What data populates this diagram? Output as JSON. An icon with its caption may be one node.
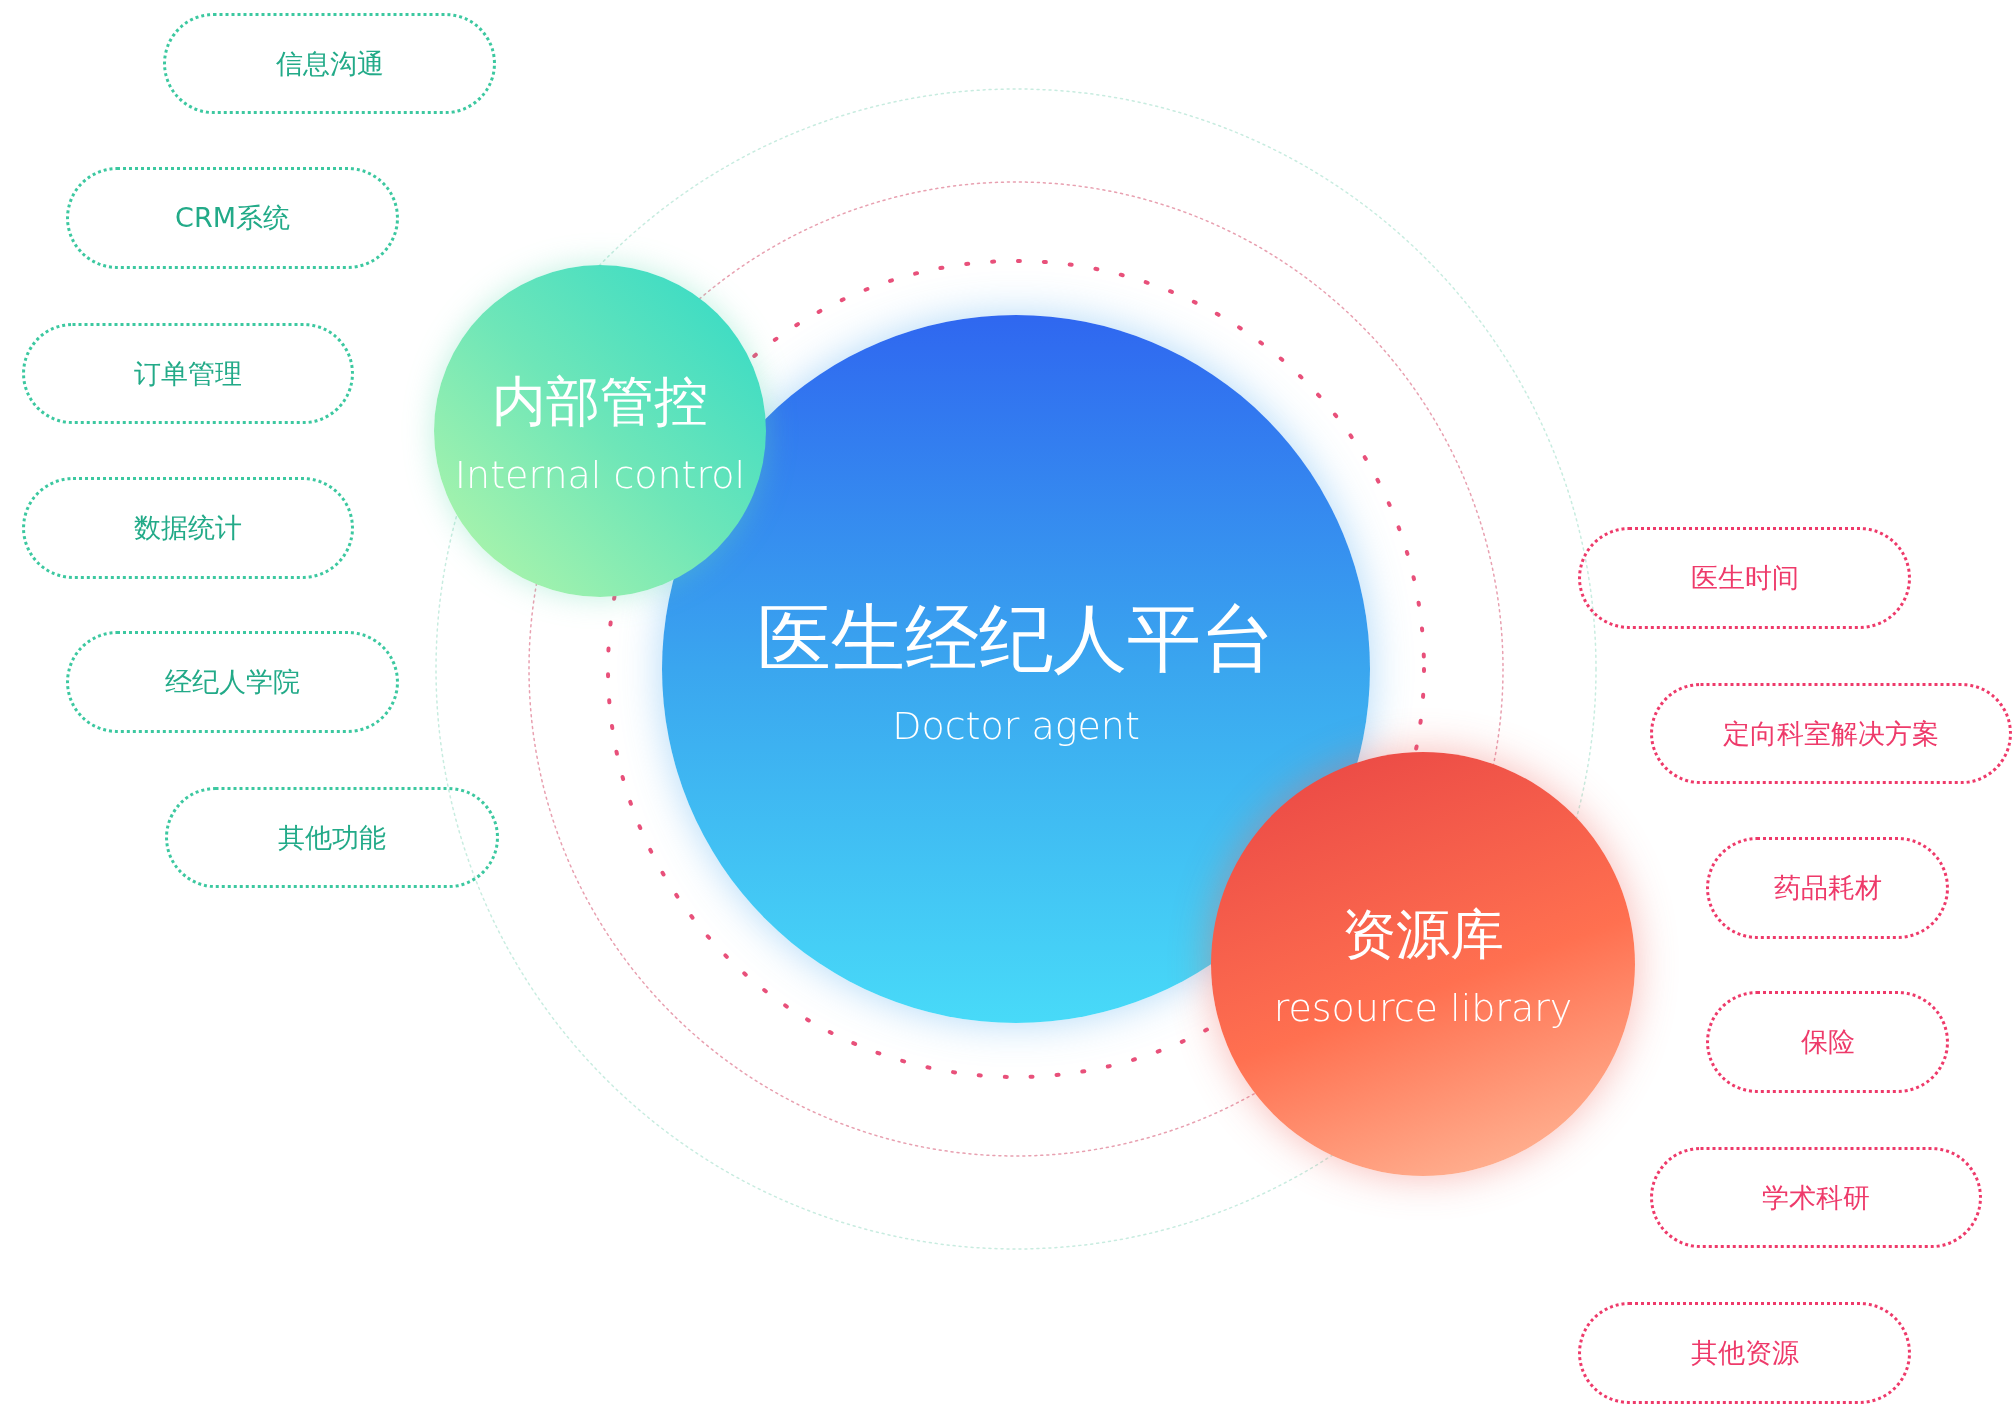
{
  "diagram": {
    "nodes": [
      {
        "text": [
          "医生经纪人平台",
          "Doctor agent"
        ]
      },
      {
        "text": [
          "内部管控",
          "Internal control"
        ]
      },
      {
        "text": [
          "资源库",
          "resource library"
        ]
      },
      {
        "text": [
          "信息沟通"
        ]
      },
      {
        "text": [
          "CRM系统"
        ]
      },
      {
        "text": [
          "订单管理"
        ]
      },
      {
        "text": [
          "数据统计"
        ]
      },
      {
        "text": [
          "经纪人学院"
        ]
      },
      {
        "text": [
          "其他功能"
        ]
      },
      {
        "text": [
          "医生时间"
        ]
      },
      {
        "text": [
          "定向科室解决方案"
        ]
      },
      {
        "text": [
          "药品耗材"
        ]
      },
      {
        "text": [
          "保险"
        ]
      },
      {
        "text": [
          "学术科研"
        ]
      },
      {
        "text": [
          "其他资源"
        ]
      }
    ]
  }
}
